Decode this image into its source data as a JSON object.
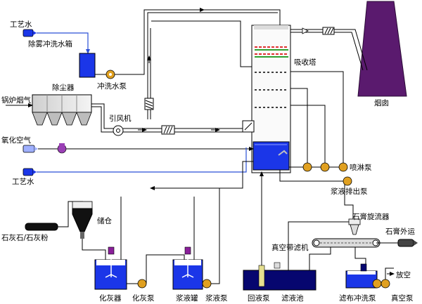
{
  "labels": {
    "process_water_top": "工艺水",
    "demister_tank": "除雾冲洗水箱",
    "dust_collector": "除尘器",
    "flush_pump": "冲洗水泵",
    "boiler_flue_gas": "锅炉烟气",
    "induced_fan": "引风机",
    "oxidation_air": "氧化空气",
    "absorber": "吸收塔",
    "chimney": "烟囱",
    "spray_pump": "喷淋泵",
    "process_water_bottom": "工艺水",
    "slurry_discharge_pump": "浆液排出泵",
    "storage_bin": "储仓",
    "limestone": "石灰石/石灰粉",
    "gypsum_cyclone": "石膏旋流器",
    "vacuum_belt_filter": "真空带滤机",
    "gypsum_out": "石膏外运",
    "vent": "放空",
    "lime_slaker": "化灰器",
    "lime_slaker_pump": "化灰泵",
    "slurry_tank": "浆液罐",
    "slurry_pump": "浆液泵",
    "return_pump": "回液泵",
    "filtrate_tank": "滤液池",
    "cloth_wash_pump": "滤布冲洗泵",
    "vacuum_pump": "真空泵"
  },
  "colors": {
    "blue_vessel": "#1b36e8",
    "navy_tank": "#06066f",
    "chimney": "#5a1a6e",
    "pump_fill": "#e0a020",
    "water_line": "#2a4fd6"
  }
}
